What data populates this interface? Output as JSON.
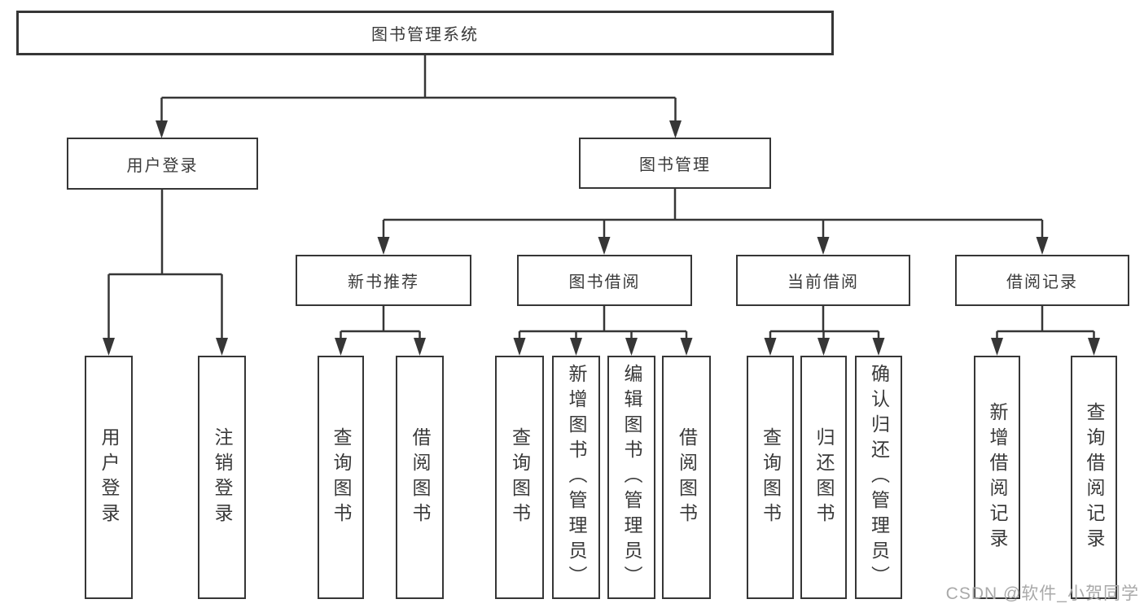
{
  "tree": {
    "root": {
      "label": "图书管理系统",
      "children": [
        {
          "label": "用户登录",
          "children": [
            {
              "label": "用户登录"
            },
            {
              "label": "注销登录"
            }
          ]
        },
        {
          "label": "图书管理",
          "children": [
            {
              "label": "新书推荐",
              "children": [
                {
                  "label": "查询图书"
                },
                {
                  "label": "借阅图书"
                }
              ]
            },
            {
              "label": "图书借阅",
              "children": [
                {
                  "label": "查询图书"
                },
                {
                  "label": "新增图书（管理员）"
                },
                {
                  "label": "编辑图书（管理员）"
                },
                {
                  "label": "借阅图书"
                }
              ]
            },
            {
              "label": "当前借阅",
              "children": [
                {
                  "label": "查询图书"
                },
                {
                  "label": "归还图书"
                },
                {
                  "label": "确认归还（管理员）"
                }
              ]
            },
            {
              "label": "借阅记录",
              "children": [
                {
                  "label": "新增借阅记录"
                },
                {
                  "label": "查询借阅记录"
                }
              ]
            }
          ]
        }
      ]
    }
  },
  "watermark": {
    "text": "CSDN @软件_小贺同学"
  },
  "colors": {
    "line": "#363636",
    "text": "#3a3a3a",
    "background": "#ffffff",
    "watermark": "#a9a9a9"
  }
}
